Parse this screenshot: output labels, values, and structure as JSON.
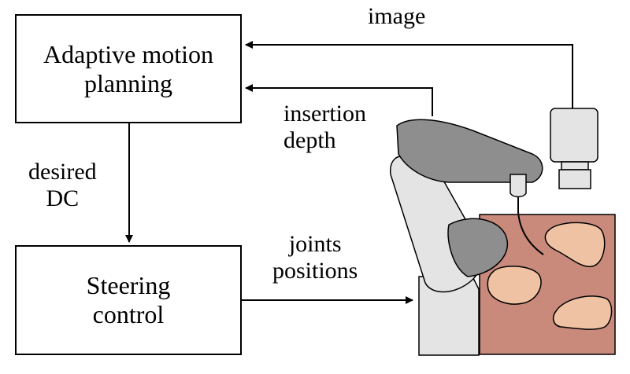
{
  "blocks": {
    "planning": {
      "line1": "Adaptive motion",
      "line2": "planning"
    },
    "steering": {
      "line1": "Steering",
      "line2": "control"
    }
  },
  "signals": {
    "image": "image",
    "insertion_depth": {
      "line1": "insertion",
      "line2": "depth"
    },
    "desired_dc": {
      "line1": "desired",
      "line2": "DC"
    },
    "joints_positions": {
      "line1": "joints",
      "line2": "positions"
    }
  },
  "colors": {
    "robot_dark": "#8e8e8e",
    "robot_light": "#e4e4e4",
    "tissue": "#c98a7c",
    "target": "#efc2a3"
  }
}
